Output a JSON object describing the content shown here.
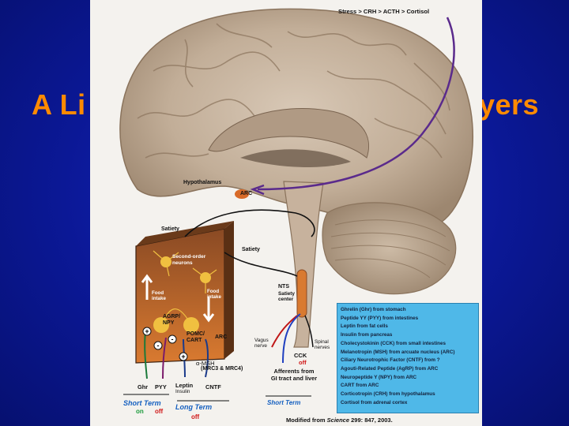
{
  "slide": {
    "title": "A Lit… Players",
    "title_visible_left": "A Li",
    "title_visible_right": "yers"
  },
  "figure": {
    "header": "Stress > CRH > ACTH > Cortisol",
    "labels": {
      "hypothalamus": "Hypothalamus",
      "arc": "ARC",
      "satiety_1": "Satiety",
      "satiety_2": "Satiety",
      "second_order": "Second-order neurons",
      "food_intake_1": "Food intake",
      "food_intake_2": "Food intake",
      "agrp_npy": "AGRP/ NPY",
      "pomc_cart": "POMC/ CART",
      "arc_box": "ARC",
      "nts": "NTS",
      "satiety_center": "Satiety center",
      "vagus_nerve": "Vagus nerve",
      "spinal_nerves": "Spinal nerves",
      "cck": "CCK",
      "cck_off": "off",
      "afferents": "Afferents from GI tract and liver",
      "alpha_msh": "α-MSH",
      "mrc": "(MRC3 & MRC4)",
      "ghr": "Ghr",
      "pyy": "PYY",
      "leptin": "Leptin",
      "insulin": "Insulin",
      "cntf": "CNTF",
      "short_term_1": "Short Term",
      "on": "on",
      "off_1": "off",
      "long_term": "Long Term",
      "off_2": "off",
      "short_term_2": "Short Term"
    }
  },
  "legend_items": [
    "Ghrelin (Ghr) from stomach",
    "Peptide YY (PYY) from intestines",
    "Leptin from fat cells",
    "Insulin from pancreas",
    "Cholecystokinin (CCK) from small intestines",
    "Melanotropin (MSH) from arcuate nucleus (ARC)",
    "Ciliary Neurotrophic Factor (CNTF) from ?",
    "Agouti-Related Peptide (AgRP) from ARC",
    "Neuropeptide Y (NPY) from ARC",
    "CART from ARC",
    "Corticotropin (CRH) from hypothalamus",
    "Cortisol from adrenal cortex"
  ],
  "credit": {
    "prefix": "Modified from",
    "journal": "Science",
    "ref": "299: 847, 2003."
  },
  "colors": {
    "background": "#0b1896",
    "title": "#ff8a00",
    "legend_bg": "#4fb8e8",
    "purple_path": "#5a2a8c",
    "short_term": "#1560c0",
    "long_term": "#1560c0",
    "on": "#1a9a3a",
    "off": "#d01818"
  }
}
